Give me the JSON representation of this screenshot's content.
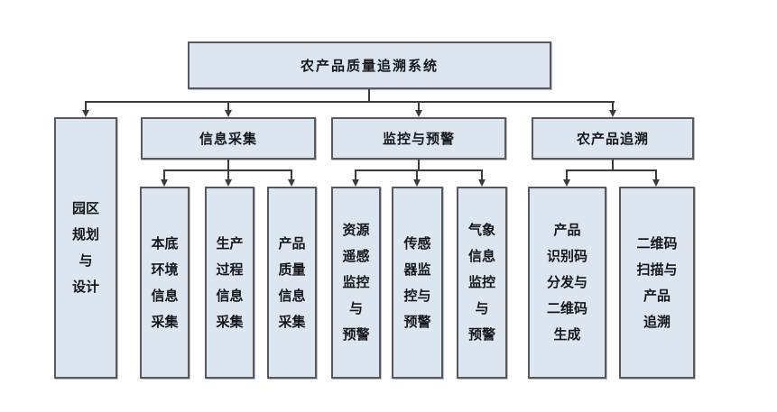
{
  "colors": {
    "box_fill": "#dce6f1",
    "box_border": "#565a5f",
    "line": "#3b3b3b",
    "text": "#15161a"
  },
  "nodes": {
    "root": "农产品质量追溯系统",
    "park": [
      "园区",
      "规划",
      "与",
      "设计"
    ],
    "groups": [
      {
        "label": "信息采集",
        "children": [
          [
            "本底",
            "环境",
            "信息",
            "采集"
          ],
          [
            "生产",
            "过程",
            "信息",
            "采集"
          ],
          [
            "产品",
            "质量",
            "信息",
            "采集"
          ]
        ]
      },
      {
        "label": "监控与预警",
        "children": [
          [
            "资源",
            "遥感",
            "监控",
            "与",
            "预警"
          ],
          [
            "传感",
            "器监",
            "控与",
            "预警"
          ],
          [
            "气象",
            "信息",
            "监控",
            "与",
            "预警"
          ]
        ]
      },
      {
        "label": "农产品追溯",
        "children": [
          [
            "产品",
            "识别码",
            "分发与",
            "二维码",
            "生成"
          ],
          [
            "二维码",
            "扫描与",
            "产品",
            "追溯"
          ]
        ]
      }
    ]
  }
}
